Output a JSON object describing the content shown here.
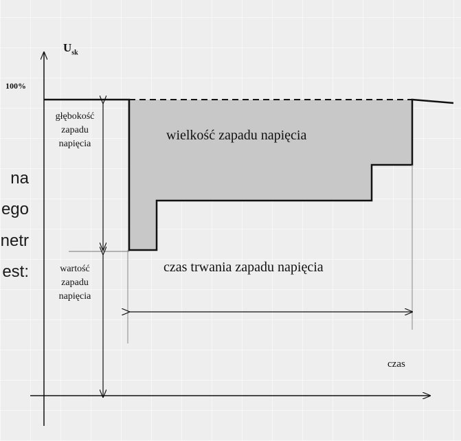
{
  "side_text": [
    "na",
    "ego",
    "netr",
    "est:"
  ],
  "axis": {
    "y_label_main": "U",
    "y_label_sub": "sk",
    "reference_level": "100%",
    "x_label": "czas"
  },
  "annotations": {
    "depth": [
      "głębokość",
      "zapadu",
      "napięcia"
    ],
    "value": [
      "wartość",
      "zapadu",
      "napięcia"
    ],
    "magnitude": "wielkość zapadu napięcia",
    "duration": "czas trwania zapadu napięcia"
  }
}
